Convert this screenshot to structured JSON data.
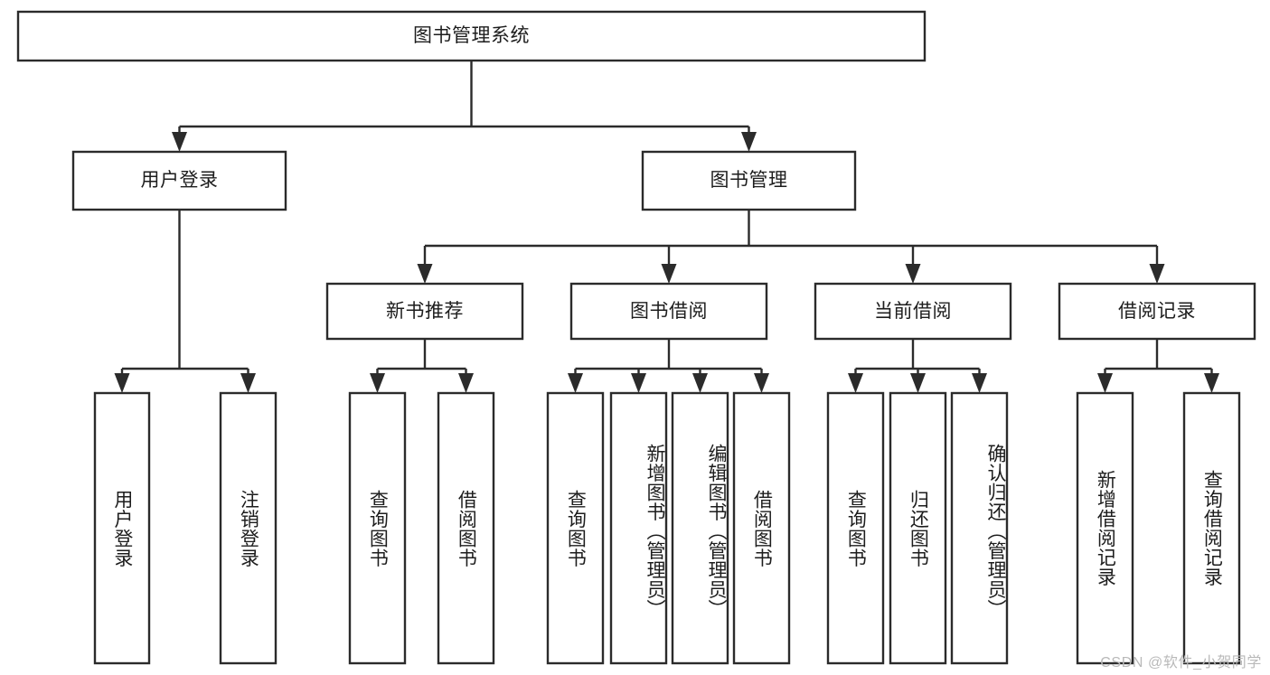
{
  "diagram": {
    "type": "tree-hierarchy",
    "orientation": "top-down",
    "root": {
      "id": "root",
      "label": "图书管理系统"
    },
    "level2": [
      {
        "id": "user-login",
        "label": "用户登录"
      },
      {
        "id": "book-manage",
        "label": "图书管理"
      }
    ],
    "level3": [
      {
        "id": "new-book-recommend",
        "label": "新书推荐",
        "parent": "book-manage"
      },
      {
        "id": "book-borrow",
        "label": "图书借阅",
        "parent": "book-manage"
      },
      {
        "id": "current-borrow",
        "label": "当前借阅",
        "parent": "book-manage"
      },
      {
        "id": "borrow-record",
        "label": "借阅记录",
        "parent": "book-manage"
      }
    ],
    "leaves": [
      {
        "id": "leaf-user-login",
        "label": "用户登录",
        "parent": "user-login"
      },
      {
        "id": "leaf-logout-login",
        "label": "注销登录",
        "parent": "user-login"
      },
      {
        "id": "leaf-query-book-1",
        "label": "查询图书",
        "parent": "new-book-recommend"
      },
      {
        "id": "leaf-borrow-book-1",
        "label": "借阅图书",
        "parent": "new-book-recommend"
      },
      {
        "id": "leaf-query-book-2",
        "label": "查询图书",
        "parent": "book-borrow"
      },
      {
        "id": "leaf-add-book",
        "label": "新增图书（管理员）",
        "parent": "book-borrow"
      },
      {
        "id": "leaf-edit-book",
        "label": "编辑图书（管理员）",
        "parent": "book-borrow"
      },
      {
        "id": "leaf-borrow-book-2",
        "label": "借阅图书",
        "parent": "book-borrow"
      },
      {
        "id": "leaf-query-book-3",
        "label": "查询图书",
        "parent": "current-borrow"
      },
      {
        "id": "leaf-return-book",
        "label": "归还图书",
        "parent": "current-borrow"
      },
      {
        "id": "leaf-confirm-return",
        "label": "确认归还（管理员）",
        "parent": "current-borrow"
      },
      {
        "id": "leaf-add-record",
        "label": "新增借阅记录",
        "parent": "borrow-record"
      },
      {
        "id": "leaf-query-record",
        "label": "查询借阅记录",
        "parent": "borrow-record"
      }
    ],
    "colors": {
      "box_stroke": "#2b2b2b",
      "box_fill": "#ffffff",
      "connector": "#2b2b2b",
      "text": "#1d1d1d",
      "watermark": "#b9b9b9",
      "background": "#ffffff"
    }
  },
  "watermark": {
    "text": "CSDN @软件_小贺同学"
  }
}
